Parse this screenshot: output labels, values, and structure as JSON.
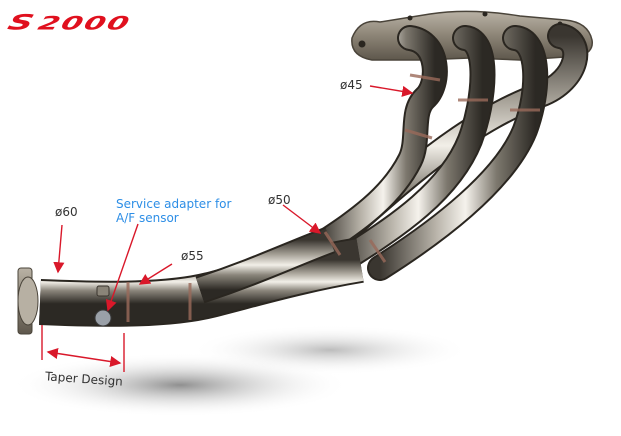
{
  "logo": {
    "s": "S",
    "model": "2000",
    "color": "#e0101e"
  },
  "annotations": {
    "d45": "ø45",
    "d50": "ø50",
    "d55": "ø55",
    "d60": "ø60",
    "service_line1": "Service adapter for",
    "service_line2": "A/F sensor",
    "taper": "Taper Design"
  },
  "colors": {
    "arrow": "#d9182a",
    "service_text": "#2d8ee6",
    "label_text": "#333333"
  }
}
